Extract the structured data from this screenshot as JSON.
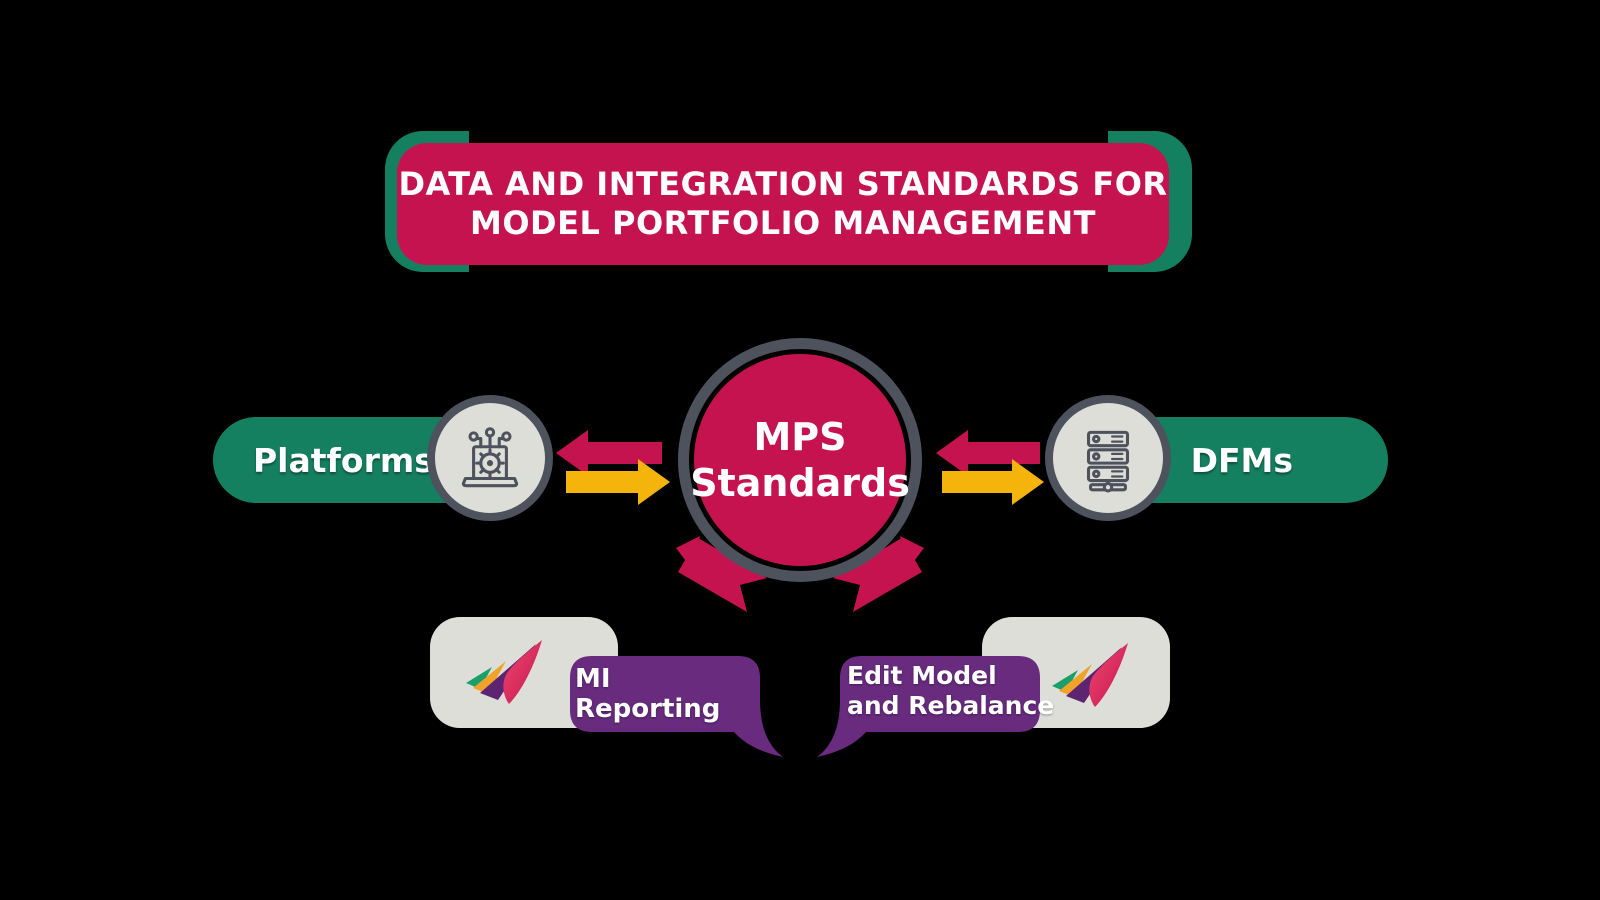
{
  "banner": {
    "line1": "DATA AND INTEGRATION STANDARDS FOR",
    "line2": "MODEL PORTFOLIO MANAGEMENT"
  },
  "center": {
    "line1": "MPS",
    "line2": "Standards"
  },
  "left_pill": {
    "label": "Platforms",
    "icon": "laptop-gear-icon"
  },
  "right_pill": {
    "label": "DFMs",
    "icon": "server-stack-icon"
  },
  "bubbles": {
    "left": {
      "label": "MI Reporting",
      "icon": "paper-plane-logo"
    },
    "right": {
      "line1": "Edit Model",
      "line2": "and Rebalance",
      "icon": "paper-plane-logo"
    }
  },
  "colors": {
    "crimson": "#C51350",
    "teal": "#15805F",
    "yellow": "#F5B40B",
    "purple": "#682B7E",
    "ring_gray": "#4D525C",
    "light_gray": "#DEDED9",
    "background": "#000000",
    "text": "#FFFFFF",
    "logo_pink": "#E8285A",
    "logo_amber": "#F0A32B",
    "logo_teal": "#19A06A"
  }
}
